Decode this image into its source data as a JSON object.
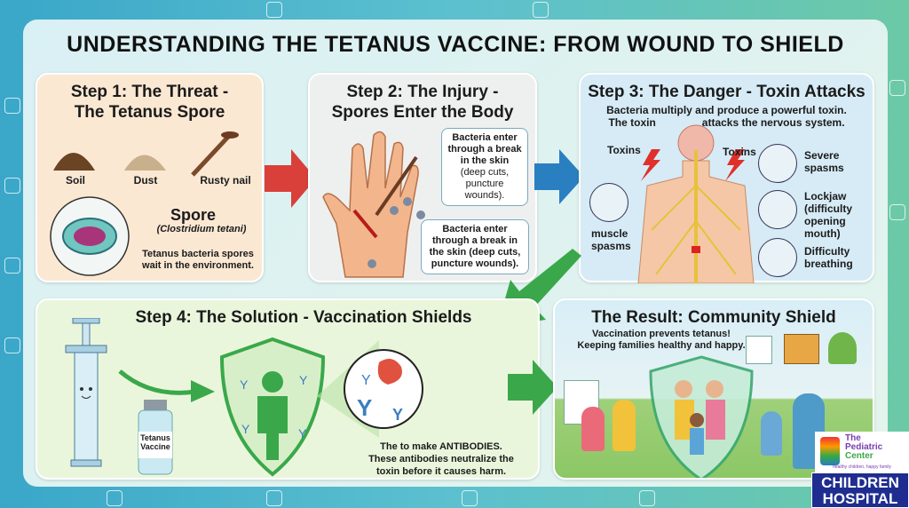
{
  "title": "UNDERSTANDING THE TETANUS VACCINE: FROM WOUND TO SHIELD",
  "step1": {
    "heading_line1": "Step 1: The Threat -",
    "heading_line2": "The Tetanus Spore",
    "sources": [
      "Soil",
      "Dust",
      "Rusty nail"
    ],
    "spore_title": "Spore",
    "spore_species": "(Clostridium tetani)",
    "caption": "Tetanus bacteria spores wait in the environment."
  },
  "step2": {
    "heading_line1": "Step 2: The Injury -",
    "heading_line2": "Spores Enter the Body",
    "note1_main": "Bacteria enter through a break in the skin",
    "note1_sub": "(deep cuts, puncture wounds).",
    "note2": "Bacteria enter through a break in the skin (deep cuts, puncture wounds)."
  },
  "step3": {
    "heading": "Step 3: The Danger - Toxin Attacks",
    "desc_line1": "Bacteria multiply and produce a powerful toxin.",
    "desc_line2a": "The toxin",
    "desc_line2b": "attacks the nervous system.",
    "toxins_left": "Toxins",
    "toxins_right": "Toxins",
    "muscle": "muscle spasms",
    "severe": "Severe spasms",
    "lockjaw": "Lockjaw (difficulty opening mouth)",
    "breathing": "Difficulty breathing"
  },
  "step4": {
    "heading": "Step 4: The Solution - Vaccination Shields",
    "vial_label": "Tetanus Vaccine",
    "caption_line1": "The to make ANTIBODIES.",
    "caption_line2": "These antibodies neutralize the",
    "caption_line3": "toxin before it causes harm."
  },
  "result": {
    "heading": "The Result: Community Shield",
    "line1": "Vaccination prevents tetanus!",
    "line2": "Keeping families healthy and happy."
  },
  "logo": {
    "name_line1": "The",
    "name_line2": "Pediatric",
    "name_line3": "Center",
    "tagline": "healthy children, happy family",
    "banner_line1": "CHILDREN",
    "banner_line2": "HOSPITAL"
  },
  "colors": {
    "threat": "#fbe8d3",
    "injury": "#eef0f0",
    "danger": "#d6ebf6",
    "solution": "#eaf6dc",
    "arrow_red": "#d9403a",
    "arrow_blue": "#2a7fc0",
    "arrow_green": "#3aa84a",
    "banner": "#1e2d8f"
  }
}
